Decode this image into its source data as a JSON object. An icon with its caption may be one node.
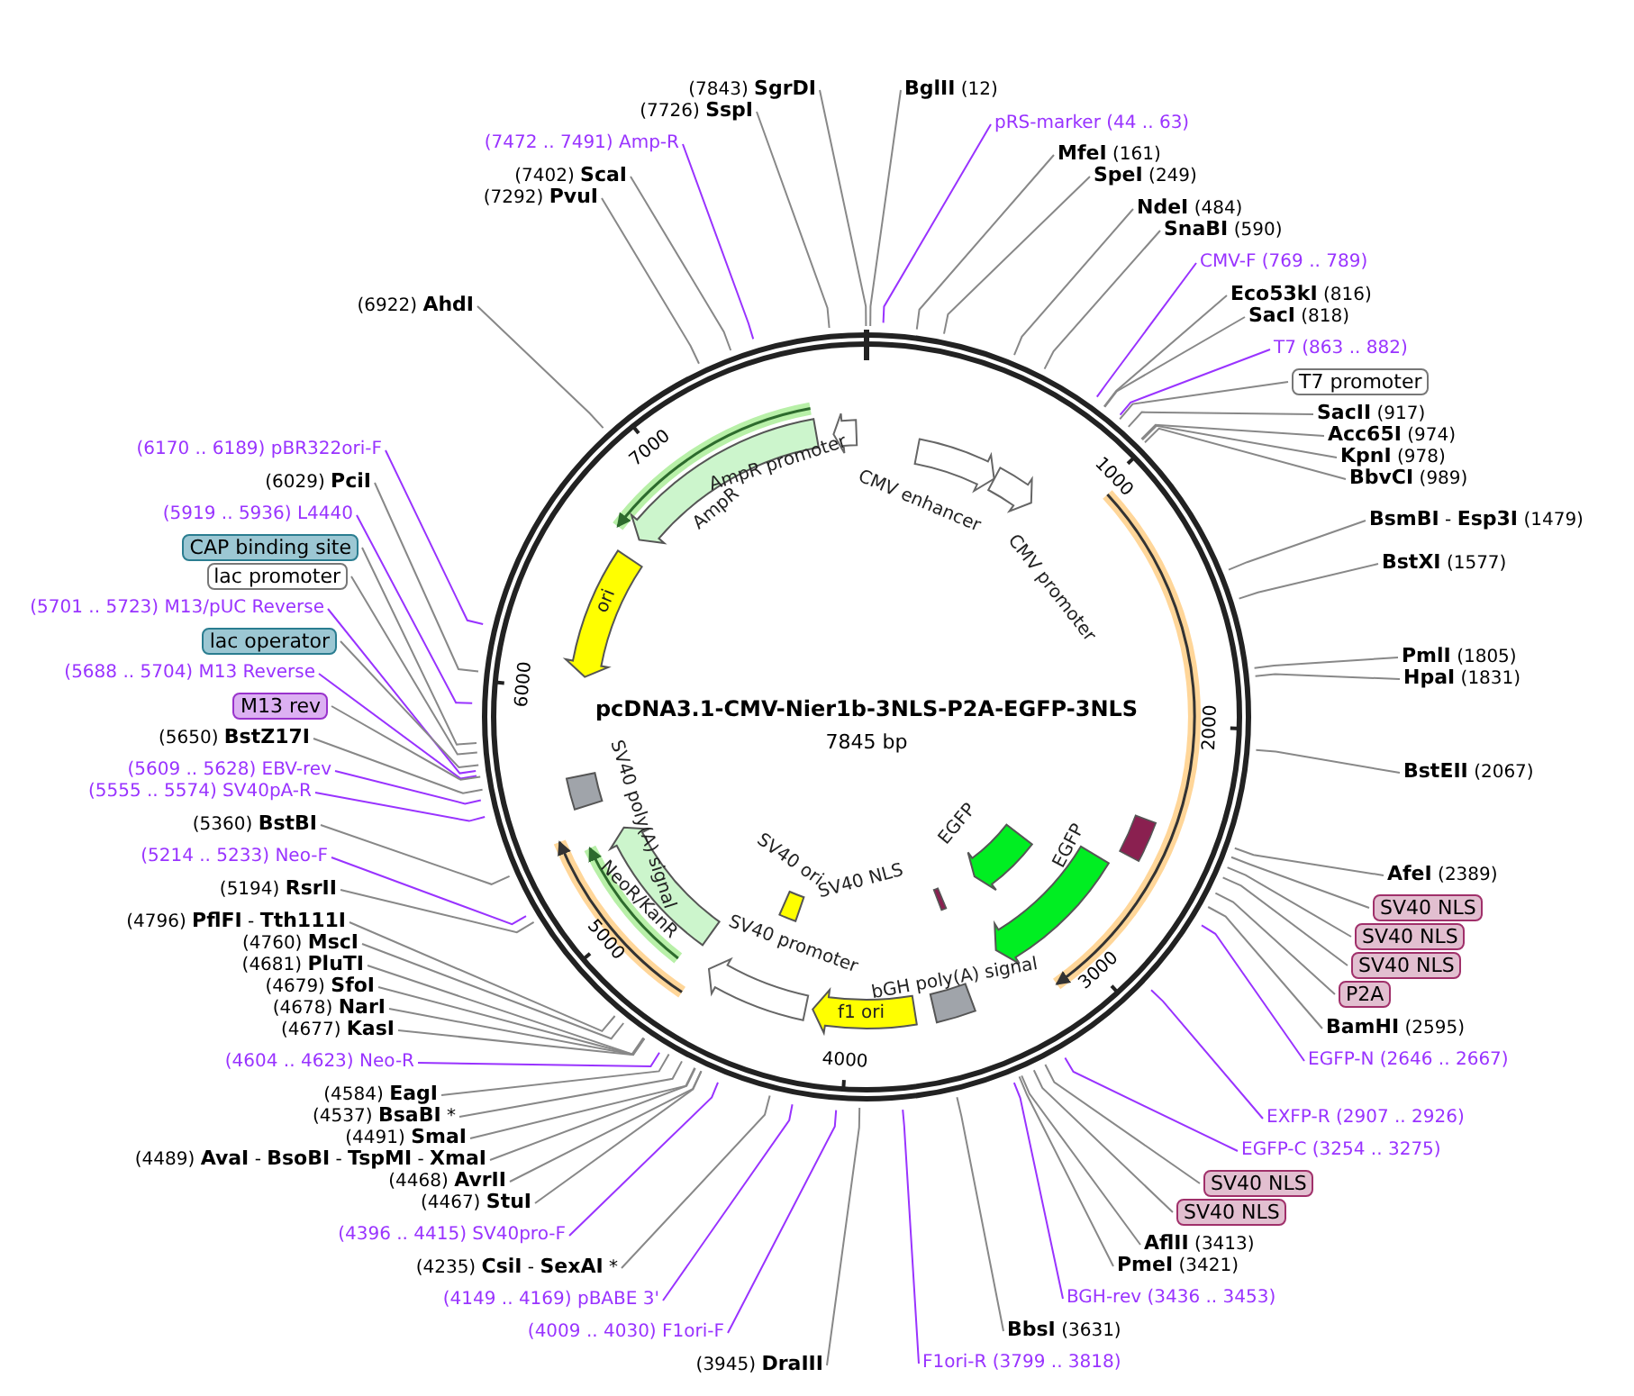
{
  "diagram": {
    "title": "pcDNA3.1-CMV-Nier1b-3NLS-P2A-EGFP-3NLS",
    "nodes": [
      {
        "text": [
          "(7843) **SgrDI**"
        ]
      },
      {
        "text": [
          "**BglII** (12)"
        ]
      },
      {
        "text": [
          "pRS-marker (44 .. 63)"
        ]
      },
      {
        "text": [
          "(7726) **SspI**"
        ]
      },
      {
        "text": [
          "(7472 .. 7491) Amp-R"
        ]
      },
      {
        "text": [
          "**MfeI** (161)"
        ]
      },
      {
        "text": [
          "**SpeI** (249)"
        ]
      },
      {
        "text": [
          "(7402) **ScaI**"
        ]
      },
      {
        "text": [
          "(7292) **PvuI**"
        ]
      },
      {
        "text": [
          "**NdeI** (484)"
        ]
      },
      {
        "text": [
          "**SnaBI** (590)"
        ]
      },
      {
        "text": [
          "CMV-F (769 .. 789)"
        ]
      },
      {
        "text": [
          "**Eco53kI** (816)"
        ]
      },
      {
        "text": [
          "**SacI** (818)"
        ]
      },
      {
        "text": [
          "(6922) **AhdI**"
        ]
      },
      {
        "text": [
          "T7 (863 .. 882)"
        ]
      },
      {
        "text": [
          "T7 promoter"
        ]
      },
      {
        "text": [
          "**SacII** (917)"
        ]
      },
      {
        "text": [
          "**Acc65I** (974)"
        ]
      },
      {
        "text": [
          "**KpnI** (978)"
        ]
      },
      {
        "text": [
          "**BbvCI** (989)"
        ]
      },
      {
        "text": [
          "(6170 .. 6189) pBR322ori-F"
        ]
      },
      {
        "text": [
          "(6029) **PciI**"
        ]
      },
      {
        "text": [
          "**BsmBI** - **Esp3I** (1479)"
        ]
      },
      {
        "text": [
          "(5919 .. 5936) L4440"
        ]
      },
      {
        "text": [
          "CAP binding site"
        ]
      },
      {
        "text": [
          "lac promoter"
        ]
      },
      {
        "text": [
          "**BstXI** (1577)"
        ]
      },
      {
        "text": [
          "(5701 .. 5723) M13/pUC Reverse"
        ]
      },
      {
        "text": [
          "lac operator"
        ]
      },
      {
        "text": [
          "**PmlI** (1805)"
        ]
      },
      {
        "text": [
          "**HpaI** (1831)"
        ]
      },
      {
        "text": [
          "(5688 .. 5704) M13 Reverse"
        ]
      },
      {
        "text": [
          "M13 rev"
        ]
      },
      {
        "text": [
          "(5650) **BstZ17I**"
        ]
      },
      {
        "text": [
          "**BstEII** (2067)"
        ]
      },
      {
        "text": [
          "(5609 .. 5628) EBV-rev"
        ]
      },
      {
        "text": [
          "(5555 .. 5574) SV40pA-R"
        ]
      },
      {
        "text": [
          "(5360) **BstBI**"
        ]
      },
      {
        "text": [
          "(5214 .. 5233) Neo-F"
        ]
      },
      {
        "text": [
          "**AfeI** (2389)"
        ]
      },
      {
        "text": [
          "SV40 NLS"
        ]
      },
      {
        "text": [
          "(5194) **RsrII**"
        ]
      },
      {
        "text": [
          "SV40 NLS"
        ]
      },
      {
        "text": [
          "(4796) **PflFI** - **Tth111I**"
        ]
      },
      {
        "text": [
          "(4760) **MscI**"
        ]
      },
      {
        "text": [
          "SV40 NLS"
        ]
      },
      {
        "text": [
          "(4681) **PluTI**"
        ]
      },
      {
        "text": [
          "(4679) **SfoI**"
        ]
      },
      {
        "text": [
          "P2A"
        ]
      },
      {
        "text": [
          "(4678) **NarI**"
        ]
      },
      {
        "text": [
          "(4677) **KasI**"
        ]
      },
      {
        "text": [
          "**BamHI** (2595)"
        ]
      },
      {
        "text": [
          "(4604 .. 4623) Neo-R"
        ]
      },
      {
        "text": [
          "EGFP-N (2646 .. 2667)"
        ]
      },
      {
        "text": [
          "(4584) **EagI**"
        ]
      },
      {
        "text": [
          "(4537) **BsaBI** *"
        ]
      },
      {
        "text": [
          "EXFP-R (2907 .. 2926)"
        ]
      },
      {
        "text": [
          "(4491) **SmaI**"
        ]
      },
      {
        "text": [
          "(4489) **AvaI** - **BsoBI** - **TspMI** - **XmaI**"
        ]
      },
      {
        "text": [
          "EGFP-C (3254 .. 3275)"
        ]
      },
      {
        "text": [
          "SV40 NLS"
        ]
      },
      {
        "text": [
          "(4468) **AvrII**"
        ]
      },
      {
        "text": [
          "(4467) **StuI**"
        ]
      },
      {
        "text": [
          "SV40 NLS"
        ]
      },
      {
        "text": [
          "**AflII** (3413)"
        ]
      },
      {
        "text": [
          "(4396 .. 4415) SV40pro-F"
        ]
      },
      {
        "text": [
          "**PmeI** (3421)"
        ]
      },
      {
        "text": [
          "(4235) **CsiI** - **SexAI** *"
        ]
      },
      {
        "text": [
          "BGH-rev (3436 .. 3453)"
        ]
      },
      {
        "text": [
          "(4149 .. 4169) pBABE 3'"
        ]
      },
      {
        "text": [
          "**BbsI** (3631)"
        ]
      },
      {
        "text": [
          "(4009 .. 4030) F1ori-F"
        ]
      },
      {
        "text": [
          "(3945) **DraIII**"
        ]
      },
      {
        "text": [
          "F1ori-R (3799 .. 3818)"
        ]
      },
      {
        "text": [
          "AmpR promoter"
        ]
      },
      {
        "text": [
          "CMV enhancer"
        ]
      },
      {
        "text": [
          "CMV promoter"
        ]
      },
      {
        "text": [
          "AmpR"
        ]
      },
      {
        "text": [
          "ori"
        ]
      },
      {
        "text": [
          "SV40 poly(A) signal"
        ]
      },
      {
        "text": [
          "SV40 ori"
        ]
      },
      {
        "text": [
          "SV40 NLS"
        ]
      },
      {
        "text": [
          "EGFP"
        ]
      },
      {
        "text": [
          "EGFP"
        ]
      },
      {
        "text": [
          "NeoR/KanR"
        ]
      },
      {
        "text": [
          "SV40 promoter"
        ]
      },
      {
        "text": [
          "bGH poly(A) signal"
        ]
      },
      {
        "text": [
          "f1 ori"
        ]
      }
    ],
    "edges": [
      {
        "from": 0,
        "to": null,
        "arrow": "none"
      },
      {
        "from": 1,
        "to": null,
        "arrow": "none"
      },
      {
        "from": 2,
        "to": null,
        "arrow": "none",
        "color": "#9933ff"
      },
      {
        "from": 3,
        "to": null,
        "arrow": "none"
      },
      {
        "from": 4,
        "to": null,
        "arrow": "none",
        "color": "#9933ff"
      },
      {
        "from": 5,
        "to": null,
        "arrow": "none"
      },
      {
        "from": 6,
        "to": null,
        "arrow": "none"
      },
      {
        "from": 7,
        "to": null,
        "arrow": "none"
      },
      {
        "from": 8,
        "to": null,
        "arrow": "none"
      },
      {
        "from": 9,
        "to": null,
        "arrow": "none"
      },
      {
        "from": 10,
        "to": null,
        "arrow": "none"
      },
      {
        "from": 11,
        "to": null,
        "arrow": "none",
        "color": "#9933ff"
      },
      {
        "from": 12,
        "to": null,
        "arrow": "none"
      },
      {
        "from": 13,
        "to": null,
        "arrow": "none"
      },
      {
        "from": 14,
        "to": null,
        "arrow": "none"
      },
      {
        "from": 15,
        "to": null,
        "arrow": "none",
        "color": "#9933ff"
      },
      {
        "from": 16,
        "to": null,
        "arrow": "none"
      },
      {
        "from": 17,
        "to": null,
        "arrow": "none"
      },
      {
        "from": 18,
        "to": null,
        "arrow": "none"
      },
      {
        "from": 19,
        "to": null,
        "arrow": "none"
      },
      {
        "from": 20,
        "to": null,
        "arrow": "none"
      },
      {
        "from": 21,
        "to": null,
        "arrow": "none",
        "color": "#9933ff"
      },
      {
        "from": 22,
        "to": null,
        "arrow": "none"
      },
      {
        "from": 23,
        "to": null,
        "arrow": "none"
      },
      {
        "from": 24,
        "to": null,
        "arrow": "none",
        "color": "#9933ff"
      },
      {
        "from": 25,
        "to": null,
        "arrow": "none"
      },
      {
        "from": 26,
        "to": null,
        "arrow": "none"
      },
      {
        "from": 27,
        "to": null,
        "arrow": "none"
      },
      {
        "from": 28,
        "to": null,
        "arrow": "none",
        "color": "#9933ff"
      },
      {
        "from": 29,
        "to": null,
        "arrow": "none"
      },
      {
        "from": 30,
        "to": null,
        "arrow": "none"
      },
      {
        "from": 31,
        "to": null,
        "arrow": "none"
      },
      {
        "from": 32,
        "to": null,
        "arrow": "none",
        "color": "#9933ff"
      },
      {
        "from": 33,
        "to": null,
        "arrow": "none"
      },
      {
        "from": 34,
        "to": null,
        "arrow": "none"
      },
      {
        "from": 35,
        "to": null,
        "arrow": "none"
      },
      {
        "from": 36,
        "to": null,
        "arrow": "none",
        "color": "#9933ff"
      },
      {
        "from": 37,
        "to": null,
        "arrow": "none",
        "color": "#9933ff"
      },
      {
        "from": 38,
        "to": null,
        "arrow": "none"
      },
      {
        "from": 39,
        "to": null,
        "arrow": "none",
        "color": "#9933ff"
      },
      {
        "from": 40,
        "to": null,
        "arrow": "none"
      },
      {
        "from": 41,
        "to": null,
        "arrow": "none"
      },
      {
        "from": 42,
        "to": null,
        "arrow": "none"
      },
      {
        "from": 43,
        "to": null,
        "arrow": "none"
      },
      {
        "from": 44,
        "to": null,
        "arrow": "none"
      },
      {
        "from": 45,
        "to": null,
        "arrow": "none"
      },
      {
        "from": 46,
        "to": null,
        "arrow": "none"
      },
      {
        "from": 47,
        "to": null,
        "arrow": "none"
      },
      {
        "from": 48,
        "to": null,
        "arrow": "none"
      },
      {
        "from": 49,
        "to": null,
        "arrow": "none"
      },
      {
        "from": 50,
        "to": null,
        "arrow": "none"
      },
      {
        "from": 51,
        "to": null,
        "arrow": "none"
      },
      {
        "from": 52,
        "to": null,
        "arrow": "none"
      },
      {
        "from": 53,
        "to": null,
        "arrow": "none",
        "color": "#9933ff"
      },
      {
        "from": 54,
        "to": null,
        "arrow": "none",
        "color": "#9933ff"
      },
      {
        "from": 55,
        "to": null,
        "arrow": "none"
      },
      {
        "from": 56,
        "to": null,
        "arrow": "none"
      },
      {
        "from": 57,
        "to": null,
        "arrow": "none",
        "color": "#9933ff"
      },
      {
        "from": 58,
        "to": null,
        "arrow": "none"
      },
      {
        "from": 59,
        "to": null,
        "arrow": "none"
      },
      {
        "from": 60,
        "to": null,
        "arrow": "none",
        "color": "#9933ff"
      },
      {
        "from": 61,
        "to": null,
        "arrow": "none"
      },
      {
        "from": 62,
        "to": null,
        "arrow": "none"
      },
      {
        "from": 63,
        "to": null,
        "arrow": "none"
      },
      {
        "from": 64,
        "to": null,
        "arrow": "none"
      },
      {
        "from": 65,
        "to": null,
        "arrow": "none"
      },
      {
        "from": 66,
        "to": null,
        "arrow": "none",
        "color": "#9933ff"
      },
      {
        "from": 67,
        "to": null,
        "arrow": "none"
      },
      {
        "from": 68,
        "to": null,
        "arrow": "none"
      },
      {
        "from": 69,
        "to": null,
        "arrow": "none",
        "color": "#9933ff"
      },
      {
        "from": 70,
        "to": null,
        "arrow": "none",
        "color": "#9933ff"
      },
      {
        "from": 71,
        "to": null,
        "arrow": "none"
      },
      {
        "from": 72,
        "to": null,
        "arrow": "none",
        "color": "#9933ff"
      },
      {
        "from": 73,
        "to": null,
        "arrow": "none"
      },
      {
        "from": 74,
        "to": null,
        "arrow": "none",
        "color": "#9933ff"
      }
    ],
    "labels": [
      "7845 bp",
      "1000",
      "2000",
      "3000",
      "4000",
      "5000",
      "6000",
      "7000"
    ]
  }
}
